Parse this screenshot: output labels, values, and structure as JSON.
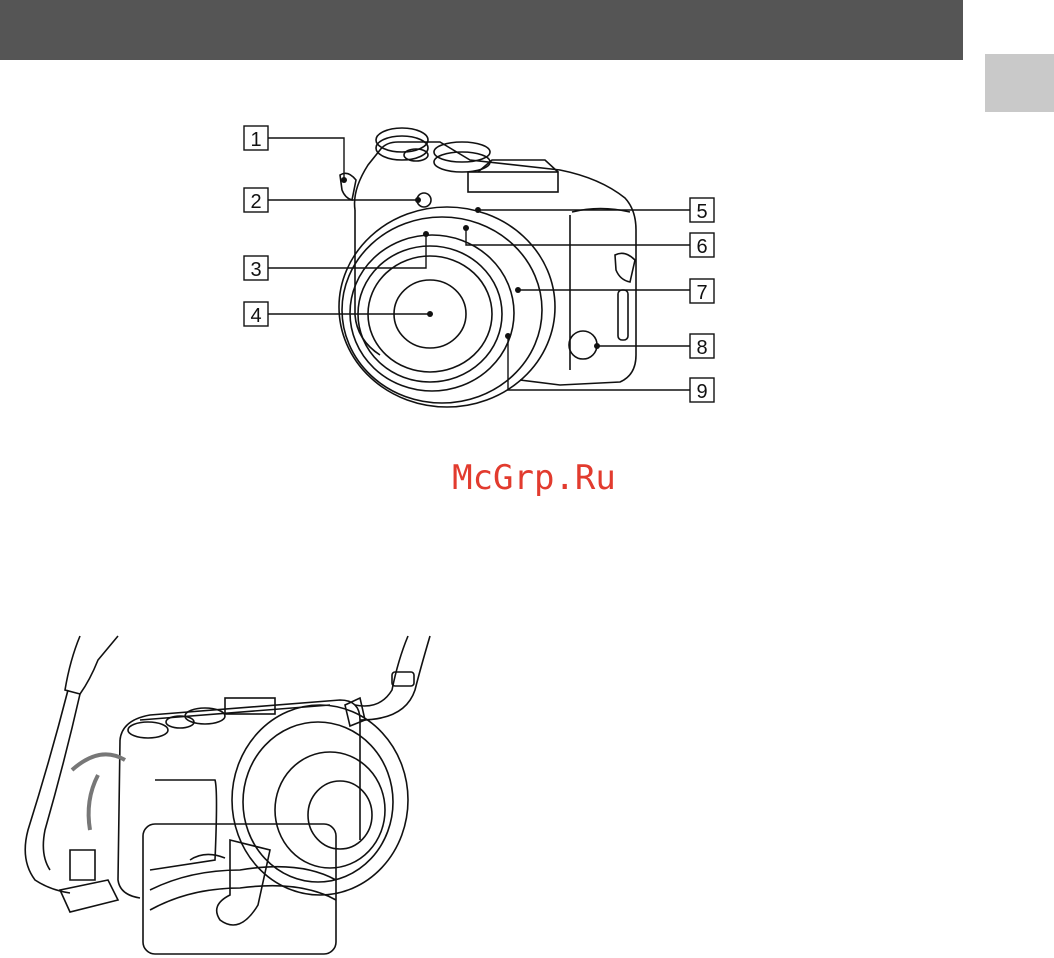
{
  "callouts": [
    {
      "number": "1"
    },
    {
      "number": "2"
    },
    {
      "number": "3"
    },
    {
      "number": "4"
    },
    {
      "number": "5"
    },
    {
      "number": "6"
    },
    {
      "number": "7"
    },
    {
      "number": "8"
    },
    {
      "number": "9"
    }
  ],
  "watermark": "McGrp.Ru",
  "colors": {
    "header_bar": "#555555",
    "side_tab": "#c9c9c9",
    "watermark": "#e23b2e"
  }
}
